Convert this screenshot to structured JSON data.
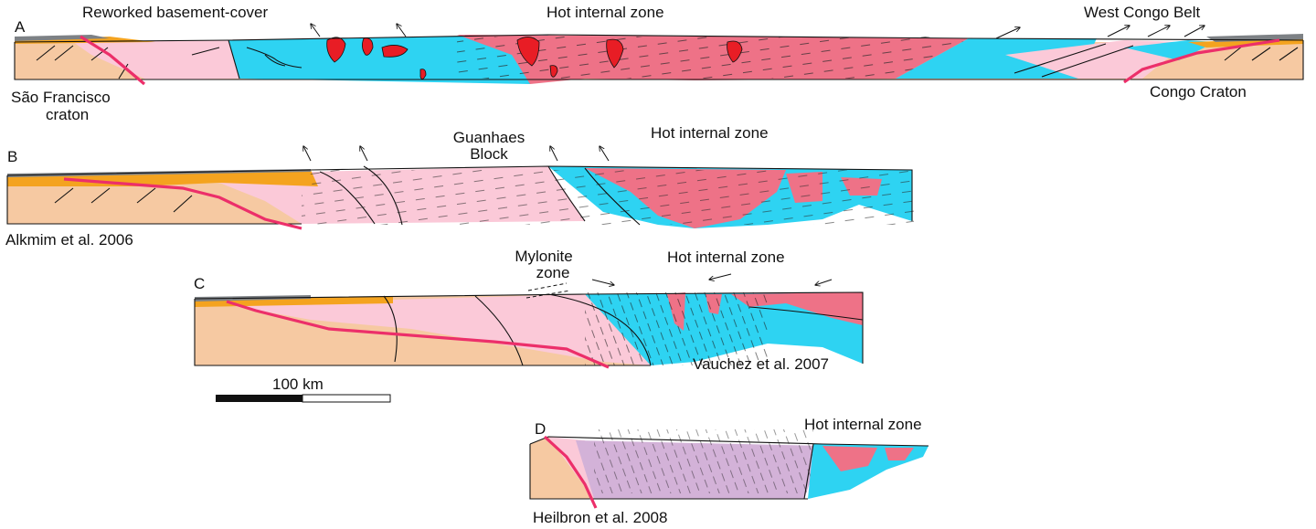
{
  "panels": {
    "A": {
      "letter": "A",
      "reworked": "Reworked basement-cover",
      "hot": "Hot internal zone",
      "west_congo": "West Congo Belt",
      "sao_line1": "São Francisco",
      "sao_line2": "craton",
      "congo": "Congo Craton"
    },
    "B": {
      "letter": "B",
      "guanhaes_line1": "Guanhaes",
      "guanhaes_line2": "Block",
      "hot": "Hot internal zone",
      "citation": "Alkmim et al. 2006"
    },
    "C": {
      "letter": "C",
      "mylonite_line1": "Mylonite",
      "mylonite_line2": "zone",
      "hot": "Hot internal zone",
      "citation": "Vauchez et al. 2007"
    },
    "D": {
      "letter": "D",
      "hot": "Hot internal zone",
      "citation": "Heilbron et al. 2008"
    }
  },
  "scale_bar": {
    "label": "100 km"
  },
  "colors": {
    "craton": "#f6c9a2",
    "basement_pink": "#fbc9d8",
    "hot_red": "#ee7287",
    "cyan": "#2ed3f2",
    "cover_orange": "#f4a31f",
    "thrust": "#ec2f6a",
    "pluton": "#e81d25",
    "lilac": "#d3b2d8",
    "grey_cover": "#7d8185"
  }
}
